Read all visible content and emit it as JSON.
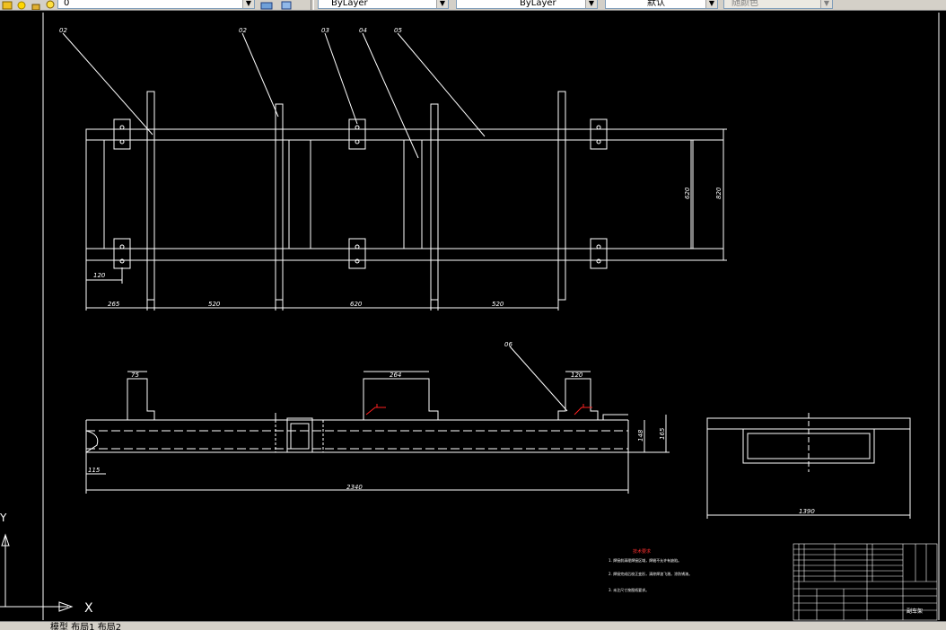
{
  "toolbar": {
    "layer_value": "0",
    "color_value": "ByLayer",
    "linetype_value": "ByLayer",
    "lineweight_value": "默认",
    "plotstyle_value": "随颜色"
  },
  "drawing": {
    "top_view": {
      "part_labels": [
        "02",
        "02",
        "03",
        "04",
        "05"
      ],
      "dim_bottom_offset": "120",
      "dim_segments": [
        "265",
        "520",
        "620",
        "520"
      ],
      "dim_height_inner": "620",
      "dim_height_outer": "820"
    },
    "side_view": {
      "part_label": "06",
      "dim_left_top": "75",
      "dim_mid_top": "264",
      "dim_right_top": "120",
      "dim_left_small": "115",
      "dim_total": "2340",
      "dim_height_inner": "148",
      "dim_height_outer": "165"
    },
    "end_view": {
      "dim_width": "1390"
    },
    "notes": {
      "title": "技术要求",
      "lines": [
        "1. 焊接前清理焊接区域，焊缝不允许有缺陷。",
        "2. 焊接完成后校正变形，清除焊渣飞溅，涂防锈漆。",
        "3. 未注尺寸按图纸要求。"
      ]
    },
    "title_block": {
      "drawing_name": "副车架"
    },
    "ucs": {
      "x_label": "X",
      "y_label": "Y"
    }
  },
  "status": {
    "command_text": "模型  布局1  布局2"
  }
}
